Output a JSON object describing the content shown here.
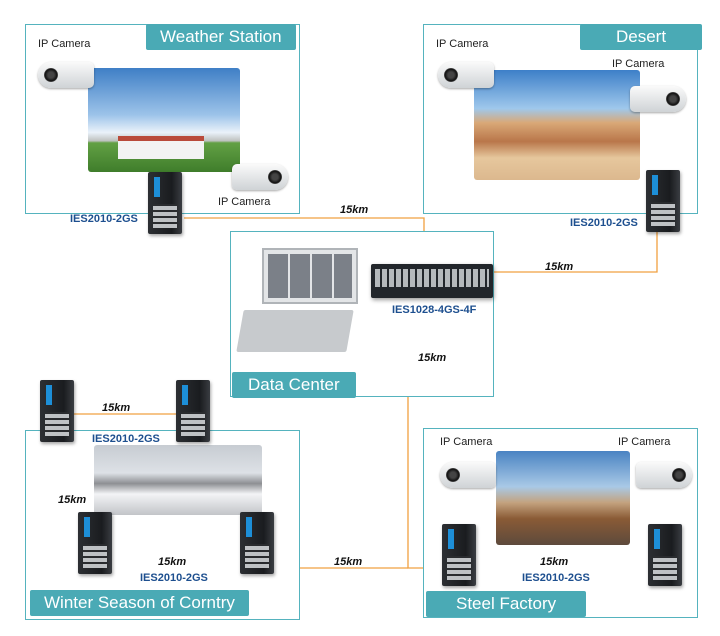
{
  "sites": {
    "weather": {
      "title": "Weather Station"
    },
    "desert": {
      "title": "Desert"
    },
    "datacenter": {
      "title": "Data Center"
    },
    "winter": {
      "title": "Winter Season of Corntry"
    },
    "steel": {
      "title": "Steel Factory"
    }
  },
  "devices": {
    "weather": "IES2010-2GS",
    "desert": "IES2010-2GS",
    "core": "IES1028-4GS-4F",
    "winter_top": "IES2010-2GS",
    "winter_bottom": "IES2010-2GS",
    "steel": "IES2010-2GS"
  },
  "cameras": {
    "weather_1": "IP Camera",
    "weather_2": "IP Camera",
    "desert_1": "IP Camera",
    "desert_2": "IP Camera",
    "steel_1": "IP Camera",
    "steel_2": "IP Camera"
  },
  "links": {
    "weather_core": "15km",
    "desert_core": "15km",
    "core_steel": "15km",
    "winter_top": "15km",
    "winter_left": "15km",
    "winter_bottom": "15km",
    "winter_core": "15km",
    "steel_bottom": "15km"
  },
  "colors": {
    "fiber": "#f0a040",
    "copper": "#5ab8d8",
    "site_border": "#55b3be",
    "site_title_bg": "#4aaab5",
    "device_label": "#1d4f8f"
  }
}
